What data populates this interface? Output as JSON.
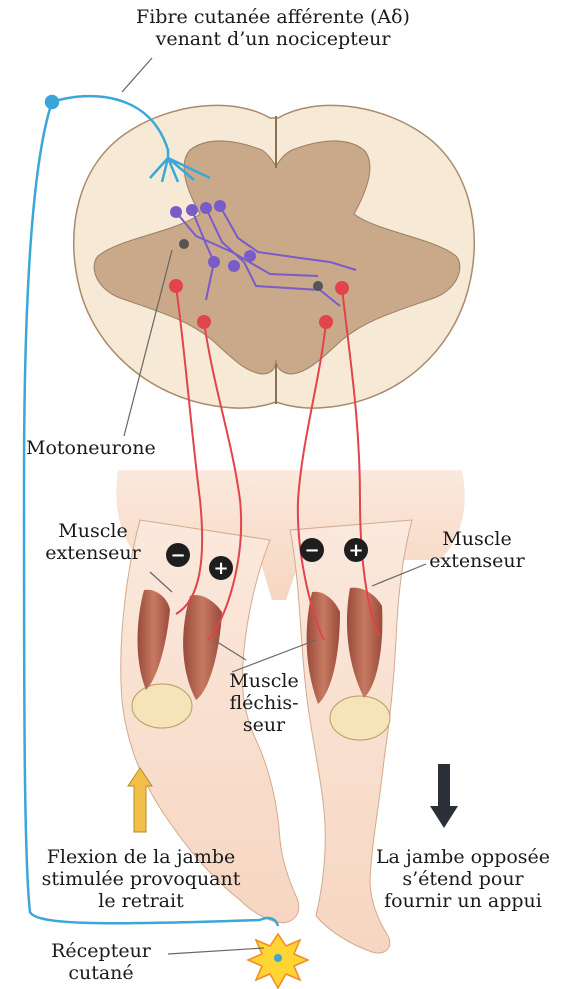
{
  "labels": {
    "afferent_fiber": [
      "Fibre cutanée afférente (Aδ)",
      "venant d’un nocicepteur"
    ],
    "motoneuron": "Motoneurone",
    "extensor_left": [
      "Muscle",
      "extenseur"
    ],
    "extensor_right": [
      "Muscle",
      "extenseur"
    ],
    "flexor": [
      "Muscle",
      "fléchis-",
      "seur"
    ],
    "flexion_caption": [
      "Flexion de la jambe",
      "stimulée provoquant",
      "le retrait"
    ],
    "opposite_caption": [
      "La jambe opposée",
      "s’étend pour",
      "fournir un appui"
    ],
    "receptor": [
      "Récepteur",
      "cutané"
    ]
  },
  "signs": {
    "inhibit": "−",
    "excite": "+"
  },
  "colors": {
    "afferent": "#3aa7d8",
    "interneuron": "#7a5cc9",
    "motoneuron": "#e2444c",
    "grey_matter": "#c9a98a",
    "white_matter": "#f6ead6",
    "skin": "#f8dcc8",
    "muscle": "#b8604c",
    "up_arrow": "#f2c04a",
    "down_arrow": "#2a2f38",
    "star": "#ffd433"
  },
  "icons": [
    "up-arrow-icon",
    "down-arrow-icon",
    "minus-sign-icon",
    "plus-sign-icon",
    "starburst-icon",
    "nociceptor-ending-icon"
  ]
}
